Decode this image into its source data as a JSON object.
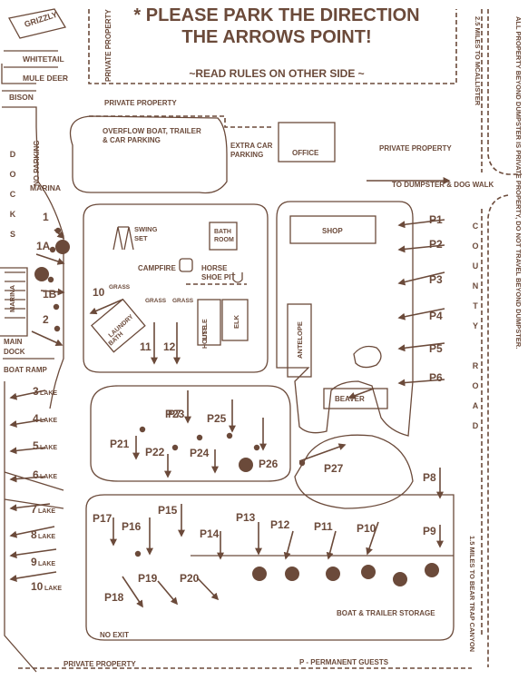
{
  "header": {
    "title_line1": "* PLEASE PARK THE DIRECTION",
    "title_line2": "THE ARROWS POINT!",
    "subtitle": "~READ RULES ON OTHER SIDE ~"
  },
  "colors": {
    "ink": "#6b4a3a",
    "tree": "#6b4a3a",
    "background": "#ffffff"
  },
  "labels": {
    "grizzly": "GRIZZLY",
    "whitetail": "WHITETAIL",
    "mule_deer": "MULE DEER",
    "bison": "BISON",
    "docks": [
      "D",
      "O",
      "C",
      "K",
      "S"
    ],
    "no_parking": "NO PARKING",
    "marina_top": "MARINA",
    "marina_side": "MARINA",
    "main_dock": "MAIN\nDOCK",
    "boat_ramp": "BOAT RAMP",
    "private_property_vertical": "PRIVATE PROPERTY",
    "private_property_top": "PRIVATE PROPERTY",
    "private_property_right": "PRIVATE PROPERTY",
    "private_property_bottom": "PRIVATE PROPERTY",
    "overflow": [
      "OVERFLOW BOAT, TRAILER",
      "& CAR PARKING"
    ],
    "extra_car": [
      "EXTRA CAR",
      "PARKING"
    ],
    "office": "OFFICE",
    "to_dumpster": "TO DUMPSTER & DOG WALK",
    "mcallister": "2.5 MILES TO MCALLISTER",
    "all_property": "ALL PROPERTY BEYOND DUMPSTER IS PRIVATE PROPERTY, DO NOT TRAVEL BEYOND DUMPSTER.",
    "county_road": [
      "C",
      "O",
      "U",
      "N",
      "T",
      "Y",
      "",
      "R",
      "O",
      "A",
      "D"
    ],
    "shop": "SHOP",
    "antelope": "ANTELOPE",
    "beaver": "BEAVER",
    "swing_set": [
      "SWING",
      "SET"
    ],
    "bath_room": [
      "BATH",
      "ROOM"
    ],
    "campfire": "CAMPFIRE",
    "horse_shoe": [
      "HORSE",
      "SHOE PIT"
    ],
    "grass": "GRASS",
    "laundry_bath": [
      "LAUNDRY",
      "BATH"
    ],
    "little_house": [
      "LITTLE",
      "HOUSE"
    ],
    "elk": "ELK",
    "bear_trap": "1.5 MILES TO BEAR TRAP CANYON",
    "boat_trailer_storage": "BOAT & TRAILER STORAGE",
    "no_exit": "NO EXIT",
    "permanent": "P - PERMANENT GUESTS"
  },
  "sites": {
    "left": [
      "1",
      "1A",
      "1B",
      "2",
      "10",
      "11",
      "12"
    ],
    "lake": [
      "3",
      "4",
      "5",
      "6",
      "7",
      "8",
      "9",
      "10"
    ],
    "lake_word": "LAKE",
    "permanent": [
      "P1",
      "P2",
      "P3",
      "P4",
      "P5",
      "P6",
      "P7",
      "P8",
      "P9",
      "P10",
      "P11",
      "P12",
      "P13",
      "P14",
      "P15",
      "P16",
      "P17",
      "P18",
      "P19",
      "P20",
      "P21",
      "P22",
      "P23",
      "P24",
      "P25",
      "P26",
      "P27"
    ]
  }
}
